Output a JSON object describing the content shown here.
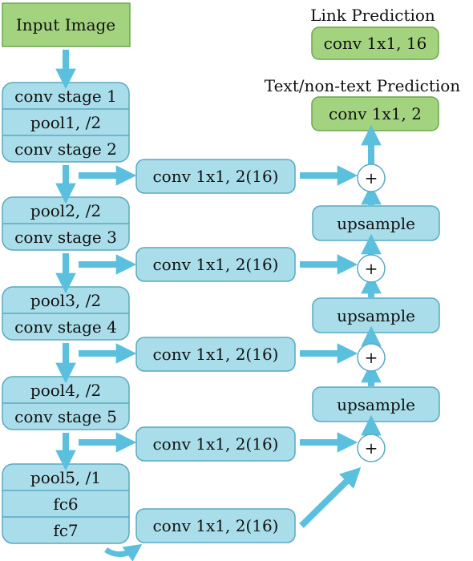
{
  "input": {
    "label": "Input Image"
  },
  "backbone": {
    "block1": [
      "conv stage 1",
      "pool1, /2",
      "conv stage 2"
    ],
    "block2": [
      "pool2, /2",
      "conv stage 3"
    ],
    "block3": [
      "pool3, /2",
      "conv stage 4"
    ],
    "block4": [
      "pool4, /2",
      "conv stage 5"
    ],
    "block5": [
      "pool5, /1",
      "fc6",
      "fc7"
    ]
  },
  "side_convs": [
    "conv 1x1, 2(16)",
    "conv 1x1, 2(16)",
    "conv 1x1, 2(16)",
    "conv 1x1, 2(16)",
    "conv 1x1, 2(16)"
  ],
  "upsample": [
    "upsample",
    "upsample",
    "upsample"
  ],
  "plus": [
    "+",
    "+",
    "+",
    "+"
  ],
  "outputs": {
    "link": {
      "title": "Link Prediction",
      "box": "conv 1x1, 16"
    },
    "text": {
      "title": "Text/non-text Prediction",
      "box": "conv 1x1, 2"
    }
  },
  "colors": {
    "blue_fill": "#a8dde9",
    "blue_stroke": "#5aa9c2",
    "green_fill": "#a3d37f",
    "green_stroke": "#6aa84f",
    "arrow": "#5bc0de",
    "circle_fill": "#ffffff"
  }
}
